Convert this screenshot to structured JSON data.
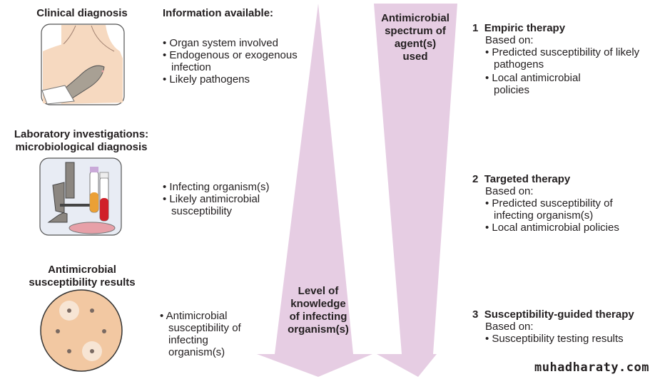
{
  "left": {
    "clinical_title": "Clinical diagnosis",
    "lab_title": [
      "Laboratory investigations:",
      "microbiological diagnosis"
    ],
    "ast_title": [
      "Antimicrobial",
      "susceptibility results"
    ]
  },
  "info": {
    "header": "Information available:",
    "clinical": [
      "Organ system involved",
      "Endogenous or exogenous infection",
      "Likely pathogens"
    ],
    "lab": [
      "Infecting organism(s)",
      "Likely antimicrobial susceptibility"
    ],
    "ast": [
      "Antimicrobial susceptibility of infecting organism(s)"
    ]
  },
  "arrows": {
    "knowledge": [
      "Level of",
      "knowledge",
      "of infecting",
      "organism(s)"
    ],
    "spectrum": [
      "Antimicrobial",
      "spectrum of",
      "agent(s)",
      "used"
    ],
    "color": "#e6cde3"
  },
  "therapy": [
    {
      "num": "1",
      "title": "Empiric therapy",
      "based": "Based on:",
      "items": [
        "Predicted susceptibility of likely pathogens",
        "Local antimicrobial policies"
      ]
    },
    {
      "num": "2",
      "title": "Targeted therapy",
      "based": "Based on:",
      "items": [
        "Predicted susceptibility of infecting organism(s)",
        "Local antimicrobial policies"
      ]
    },
    {
      "num": "3",
      "title": "Susceptibility-guided therapy",
      "based": "Based on:",
      "items": [
        "Susceptibility testing results"
      ]
    }
  ],
  "watermark": "muhadharaty.com"
}
